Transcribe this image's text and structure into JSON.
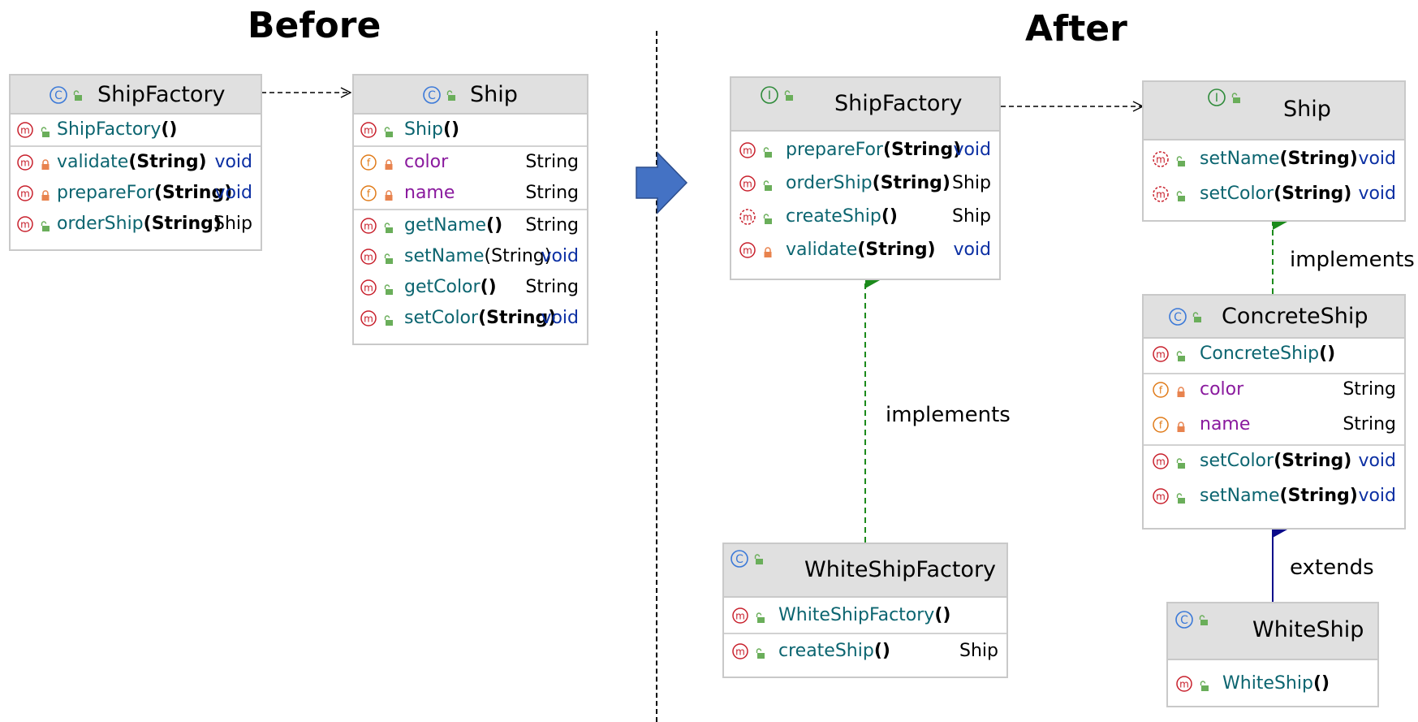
{
  "headings": {
    "before": "Before",
    "after": "After"
  },
  "labels": {
    "implements_1": "implements",
    "implements_2": "implements",
    "extends": "extends"
  },
  "before": {
    "ship_factory": {
      "name": "ShipFactory",
      "ctor": {
        "name": "ShipFactory",
        "args": "()"
      },
      "methods": [
        {
          "name": "validate",
          "args": "(String)",
          "type": "void"
        },
        {
          "name": "prepareFor",
          "args": "(String)",
          "type": "void"
        },
        {
          "name": "orderShip",
          "args": "(String)",
          "type": "Ship"
        }
      ]
    },
    "ship": {
      "name": "Ship",
      "ctor": {
        "name": "Ship",
        "args": "()"
      },
      "fields": [
        {
          "name": "color",
          "type": "String"
        },
        {
          "name": "name",
          "type": "String"
        }
      ],
      "methods": [
        {
          "name": "getName",
          "args": "()",
          "type": "String"
        },
        {
          "name": "setName",
          "args": "(String)",
          "type": "void"
        },
        {
          "name": "getColor",
          "args": "()",
          "type": "String"
        },
        {
          "name": "setColor",
          "args": "(String)",
          "type": "void"
        }
      ]
    }
  },
  "after": {
    "ship_factory": {
      "name": "ShipFactory",
      "methods": [
        {
          "name": "prepareFor",
          "args": "(String)",
          "type": "void"
        },
        {
          "name": "orderShip",
          "args": "(String)",
          "type": "Ship"
        },
        {
          "name": "createShip",
          "args": "()",
          "type": "Ship"
        },
        {
          "name": "validate",
          "args": "(String)",
          "type": "void"
        }
      ]
    },
    "ship": {
      "name": "Ship",
      "methods": [
        {
          "name": "setName",
          "args": "(String)",
          "type": "void"
        },
        {
          "name": "setColor",
          "args": "(String)",
          "type": "void"
        }
      ]
    },
    "concrete_ship": {
      "name": "ConcreteShip",
      "ctor": {
        "name": "ConcreteShip",
        "args": "()"
      },
      "fields": [
        {
          "name": "color",
          "type": "String"
        },
        {
          "name": "name",
          "type": "String"
        }
      ],
      "methods": [
        {
          "name": "setColor",
          "args": "(String)",
          "type": "void"
        },
        {
          "name": "setName",
          "args": "(String)",
          "type": "void"
        }
      ]
    },
    "white_ship_factory": {
      "name": "WhiteShipFactory",
      "ctor": {
        "name": "WhiteShipFactory",
        "args": "()"
      },
      "methods": [
        {
          "name": "createShip",
          "args": "()",
          "type": "Ship"
        }
      ]
    },
    "white_ship": {
      "name": "WhiteShip",
      "ctor": {
        "name": "WhiteShip",
        "args": "()"
      }
    }
  },
  "icons": {
    "class": "class-icon",
    "interface": "interface-icon",
    "method": "method-icon",
    "abstract_method": "abstract-method-icon",
    "field": "field-icon",
    "public": "public-access-icon",
    "private": "private-lock-icon",
    "refactor_arrow": "right-arrow-icon"
  },
  "colors": {
    "header_bg": "#e0e0e0",
    "border": "#c9c9c9",
    "class_icon": "#3b79d8",
    "interface_icon": "#2e8b3a",
    "method_icon": "#c8202c",
    "field_icon": "#e07b19",
    "public_icon": "#6aae5a",
    "private_icon": "#e8834e",
    "method_name": "#0c6570",
    "field_name": "#8a1a9e",
    "void_type": "#0b2fa3",
    "implements_arrow": "#1b8a1b",
    "extends_arrow": "#0a0a8a",
    "refactor_arrow_fill": "#4472c4"
  }
}
